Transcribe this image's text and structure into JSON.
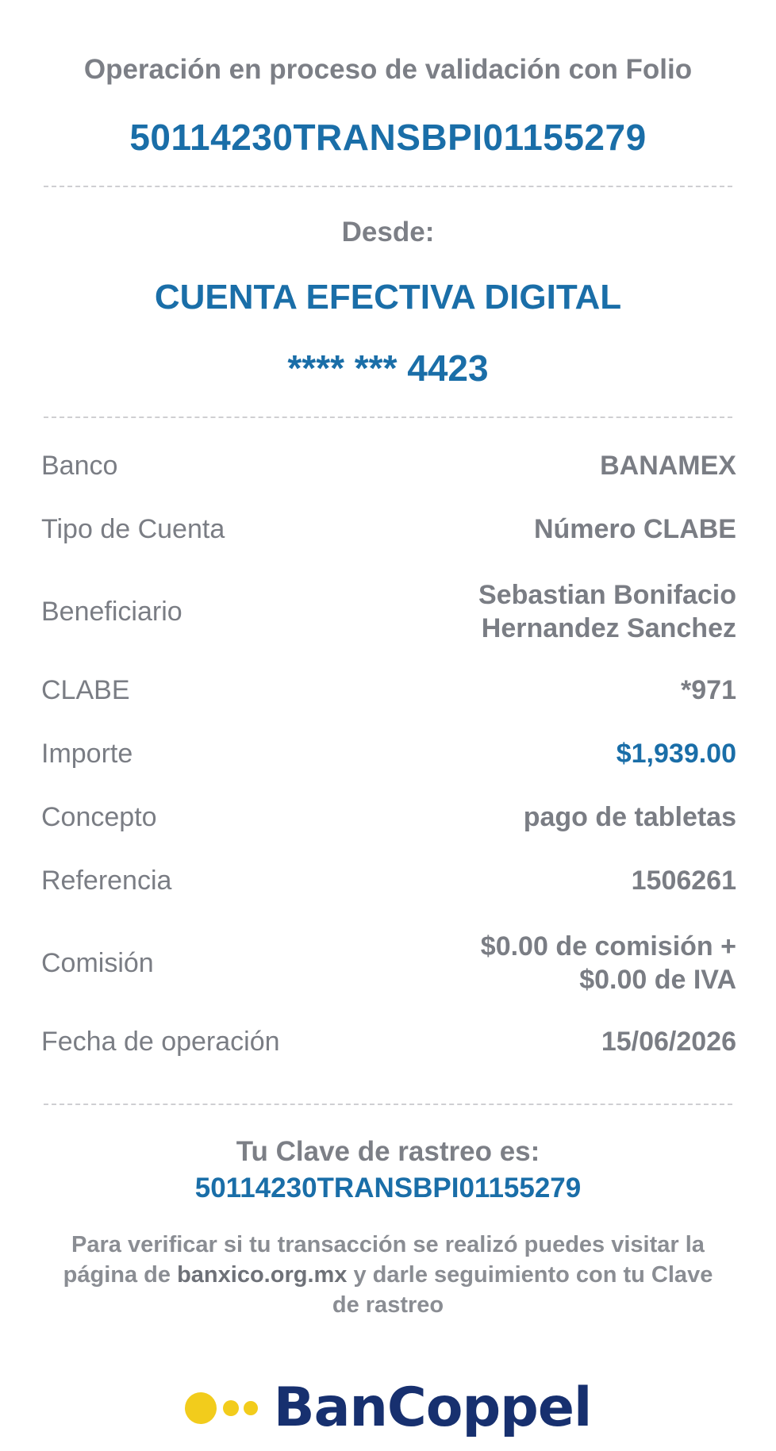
{
  "header": {
    "folio_title": "Operación en proceso de validación con Folio",
    "folio_number": "50114230TRANSBPI01155279"
  },
  "source": {
    "label": "Desde:",
    "account_name": "CUENTA EFECTIVA DIGITAL",
    "account_number": "**** *** 4423"
  },
  "details": {
    "bank": {
      "label": "Banco",
      "value": "BANAMEX"
    },
    "account_type": {
      "label": "Tipo de Cuenta",
      "value": "Número CLABE"
    },
    "beneficiary": {
      "label": "Beneficiario",
      "value_line1": "Sebastian Bonifacio",
      "value_line2": "Hernandez Sanchez"
    },
    "clabe": {
      "label": "CLABE",
      "value": "*971"
    },
    "amount": {
      "label": "Importe",
      "value": "$1,939.00"
    },
    "concept": {
      "label": "Concepto",
      "value": "pago de tabletas"
    },
    "reference": {
      "label": "Referencia",
      "value": "1506261"
    },
    "fee": {
      "label": "Comisión",
      "value_line1": "$0.00 de comisión +",
      "value_line2": "$0.00 de IVA"
    },
    "date": {
      "label": "Fecha de operación",
      "value": "15/06/2026"
    }
  },
  "tracking": {
    "label": "Tu Clave de rastreo es:",
    "code": "50114230TRANSBPI01155279",
    "note_before": "Para verificar si tu transacción se realizó puedes visitar la página de ",
    "note_site": "banxico.org.mx",
    "note_after": " y darle seguimiento con tu Clave de rastreo"
  },
  "brand": {
    "name": "BanCoppel",
    "color_primary": "#17306f",
    "color_dots": "#f2cc1c",
    "color_accent": "#1a6ea8"
  }
}
